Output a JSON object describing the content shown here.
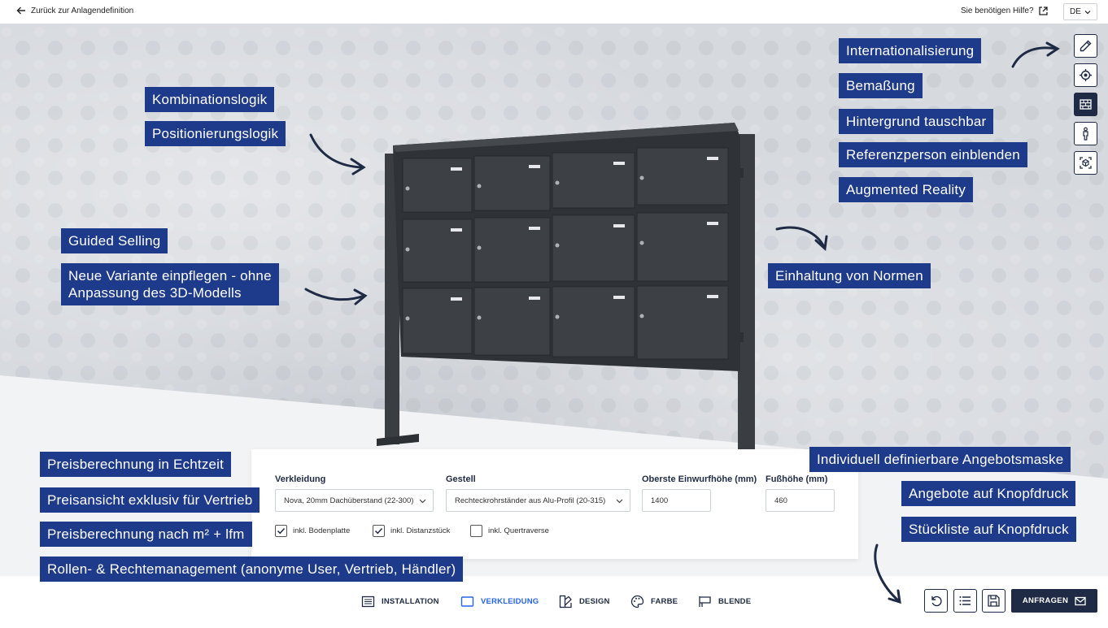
{
  "header": {
    "back_label": "Zurück zur Anlagendefinition",
    "help_label": "Sie benötigen Hilfe?",
    "language": "DE"
  },
  "labels": {
    "kombinationslogik": "Kombinationslogik",
    "positionierungslogik": "Positionierungslogik",
    "guided_selling": "Guided Selling",
    "neue_variante_1": "Neue Variante einpflegen - ohne",
    "neue_variante_2": "Anpassung des 3D-Modells",
    "internationalisierung": "Internationalisierung",
    "bemassung": "Bemaßung",
    "hintergrund": "Hintergrund tauschbar",
    "referenzperson": "Referenzperson einblenden",
    "augmented_reality": "Augmented Reality",
    "normen": "Einhaltung von Normen",
    "preis_echtzeit": "Preisberechnung in Echtzeit",
    "preisansicht": "Preisansicht exklusiv für Vertrieb",
    "preis_m2": "Preisberechnung nach m² + lfm",
    "rollen": "Rollen- & Rechtemanagement (anonyme User, Vertrieb, Händler)",
    "angebotsmaske": "Individuell definierbare Angebotsmaske",
    "angebote_knopf": "Angebote auf Knopfdruck",
    "stueckliste": "Stückliste auf Knopfdruck"
  },
  "side_tools": [
    "ruler-icon",
    "target-icon",
    "wall-icon",
    "person-icon",
    "ar-icon"
  ],
  "config": {
    "verkleidung_label": "Verkleidung",
    "verkleidung_value": "Nova, 20mm Dachüberstand (22-300)",
    "gestell_label": "Gestell",
    "gestell_value": "Rechteckrohrständer aus Alu-Profil (20-315)",
    "einwurf_label": "Oberste Einwurfhöhe (mm)",
    "einwurf_value": "1400",
    "fuss_label": "Fußhöhe (mm)",
    "fuss_value": "460",
    "check_bodenplatte": "inkl. Bodenplatte",
    "check_distanz": "inkl. Distanzstück",
    "check_quertraverse": "inkl. Quertraverse",
    "checked": [
      true,
      true,
      false
    ]
  },
  "nav": {
    "tabs": [
      "INSTALLATION",
      "VERKLEIDUNG",
      "DESIGN",
      "FARBE",
      "BLENDE"
    ],
    "active": "VERKLEIDUNG",
    "request_label": "ANFRAGEN"
  },
  "colors": {
    "accent": "#1e3a8a",
    "dark": "#1f2a44",
    "active_tab": "#2563eb",
    "mailbox": "#3d4146"
  }
}
